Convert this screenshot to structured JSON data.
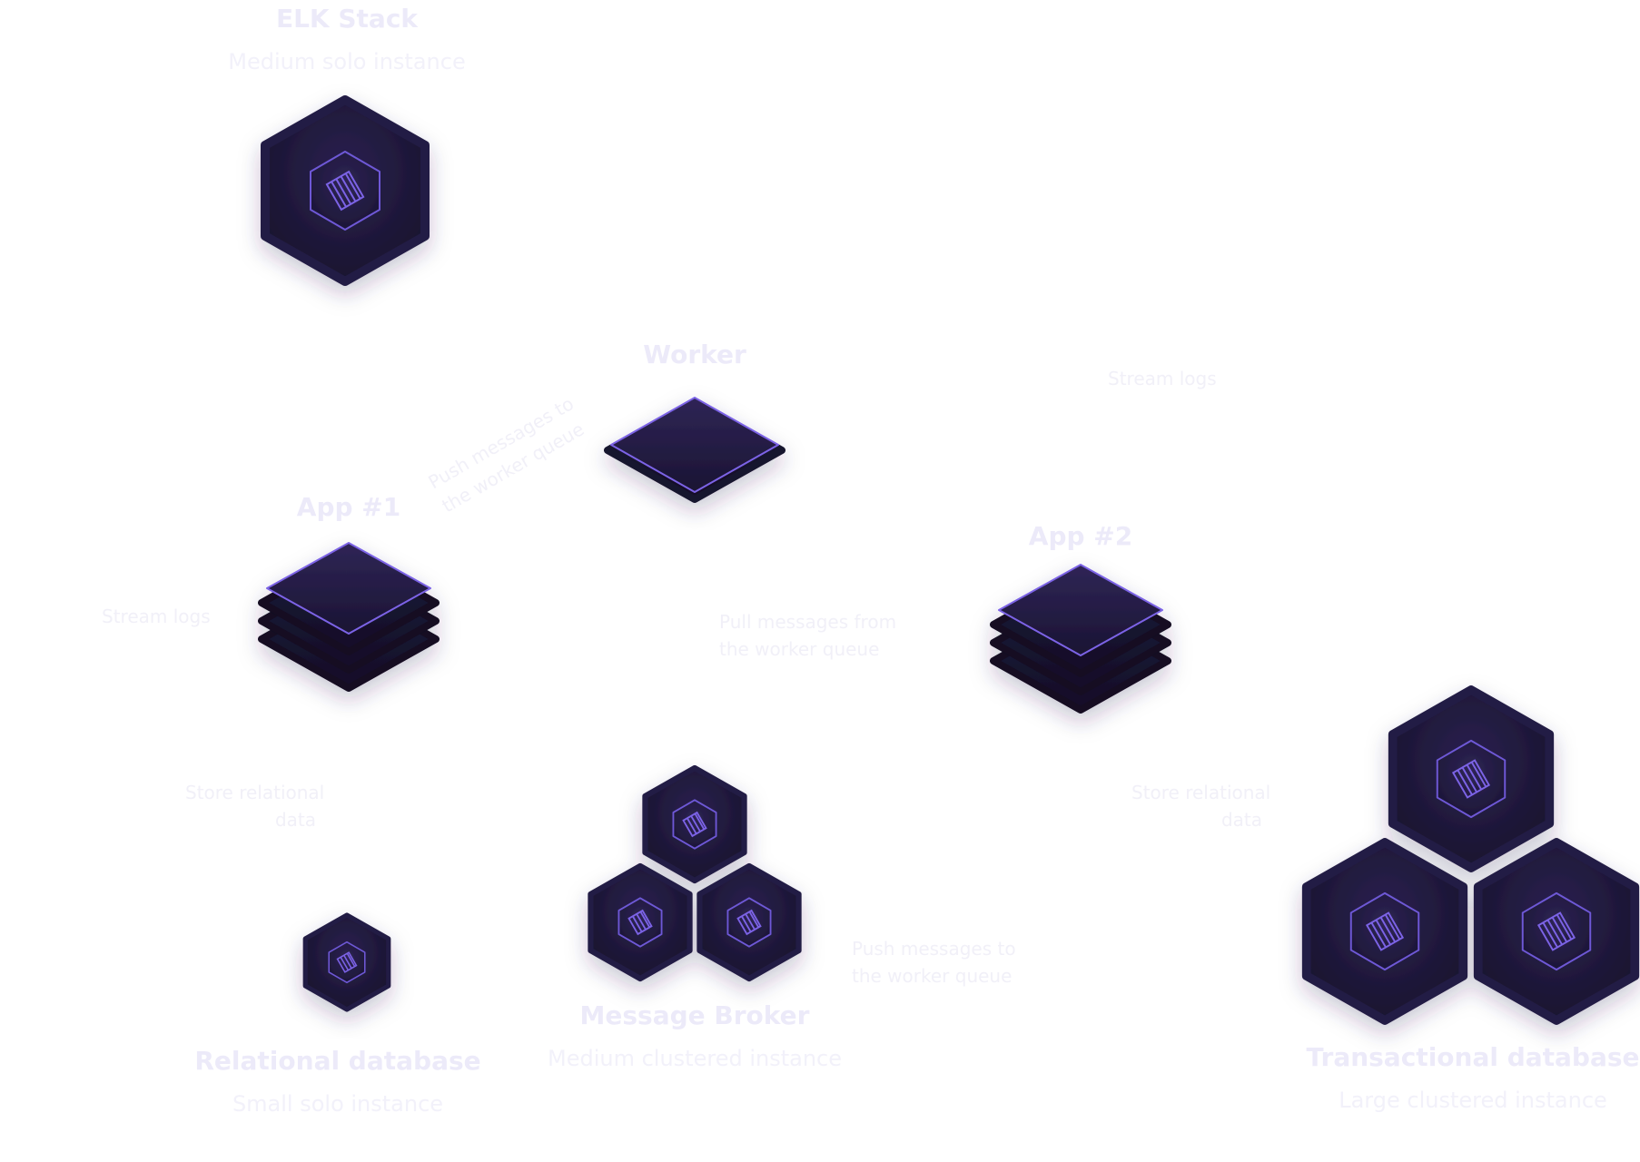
{
  "nodes": {
    "elk": {
      "title": "ELK Stack",
      "subtitle": "Medium solo instance"
    },
    "worker": {
      "title": "Worker"
    },
    "app1": {
      "title": "App #1"
    },
    "app2": {
      "title": "App #2"
    },
    "relational": {
      "title": "Relational database",
      "subtitle": "Small solo instance"
    },
    "broker": {
      "title": "Message Broker",
      "subtitle": "Medium clustered instance"
    },
    "transactional": {
      "title": "Transactional database",
      "subtitle": "Large clustered instance"
    }
  },
  "edges": {
    "stream_logs_left": [
      "Stream logs"
    ],
    "stream_logs_right": [
      "Stream logs"
    ],
    "push_worker_queue_diag": [
      "Push messages to",
      "the worker queue"
    ],
    "pull_worker_queue": [
      "Pull messages from",
      "the worker queue"
    ],
    "store_relational_left": [
      "Store relational",
      "data"
    ],
    "store_relational_right": [
      "Store relational",
      "data"
    ],
    "push_worker_queue_right": [
      "Push messages to",
      "the worker queue"
    ]
  },
  "colors": {
    "node_dark": "#1b1533",
    "node_face": "#251d45",
    "accent": "#7b63e6",
    "label_fill": "#eceaf9"
  }
}
